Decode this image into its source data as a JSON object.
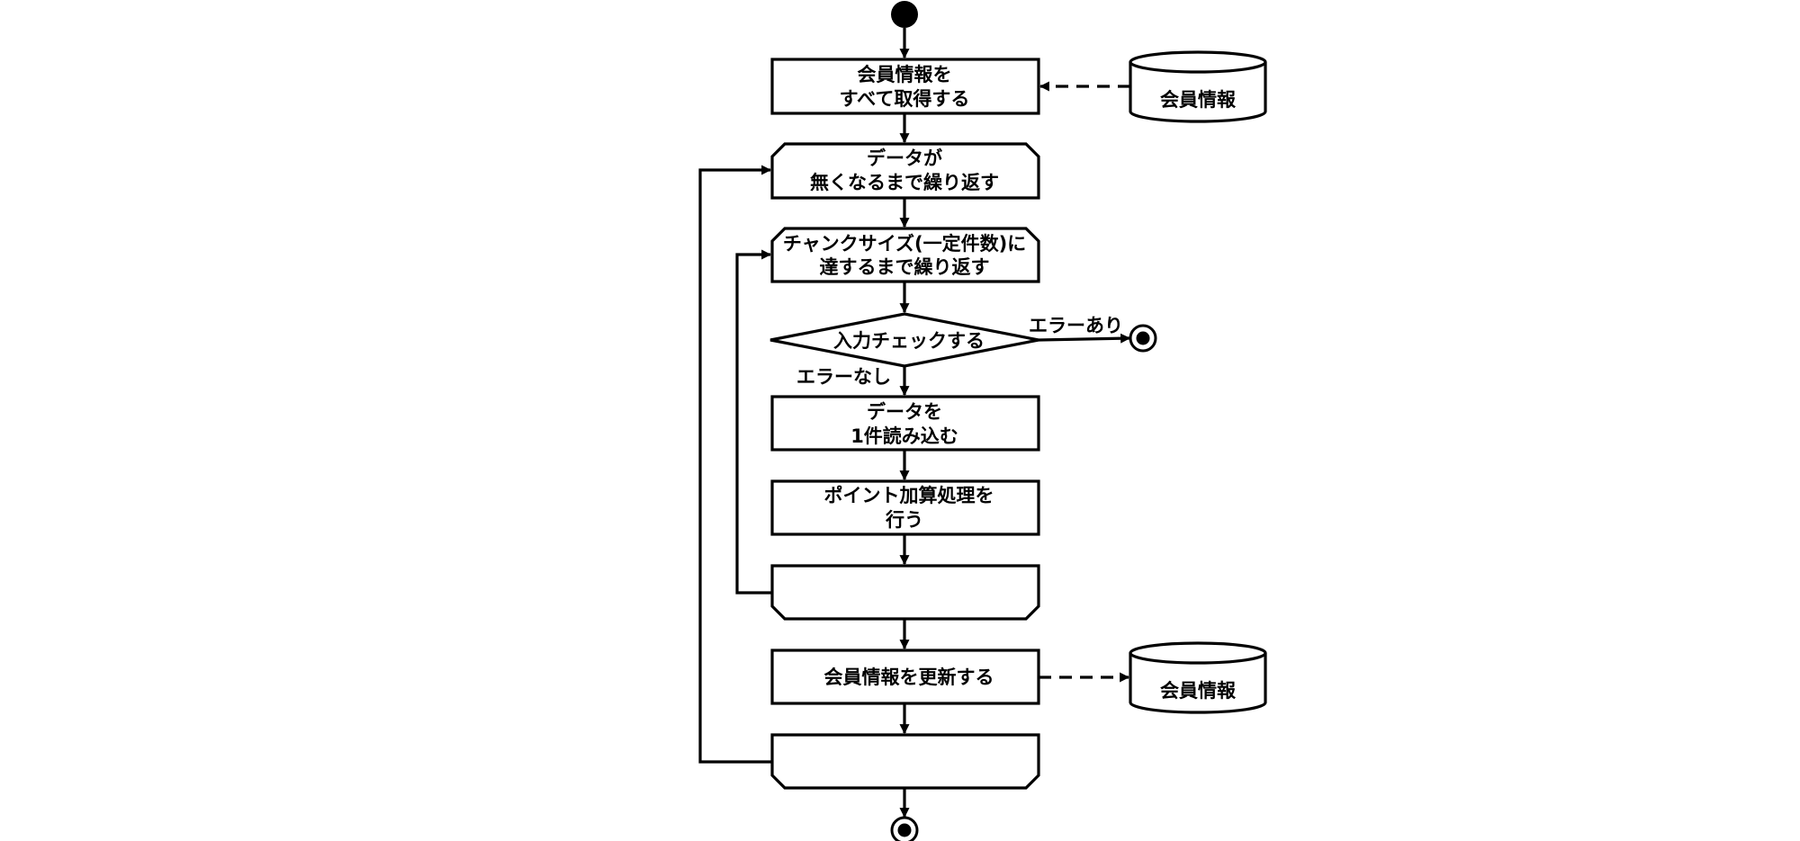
{
  "nodes": {
    "get_all": {
      "line1": "会員情報を",
      "line2": "すべて取得する"
    },
    "loop_data": {
      "line1": "データが",
      "line2": "無くなるまで繰り返す"
    },
    "loop_chunk": {
      "line1": "チャンクサイズ(一定件数)に",
      "line2": "達するまで繰り返す"
    },
    "input_check": {
      "label": "入力チェックする"
    },
    "read_one": {
      "line1": "データを",
      "line2": "1件読み込む"
    },
    "add_points": {
      "line1": "ポイント加算処理を",
      "line2": "行う"
    },
    "update_members": {
      "label": "会員情報を更新する"
    }
  },
  "datastores": {
    "source": {
      "label": "会員情報"
    },
    "target": {
      "label": "会員情報"
    }
  },
  "edge_labels": {
    "error_yes": "エラーあり",
    "error_no": "エラーなし"
  }
}
